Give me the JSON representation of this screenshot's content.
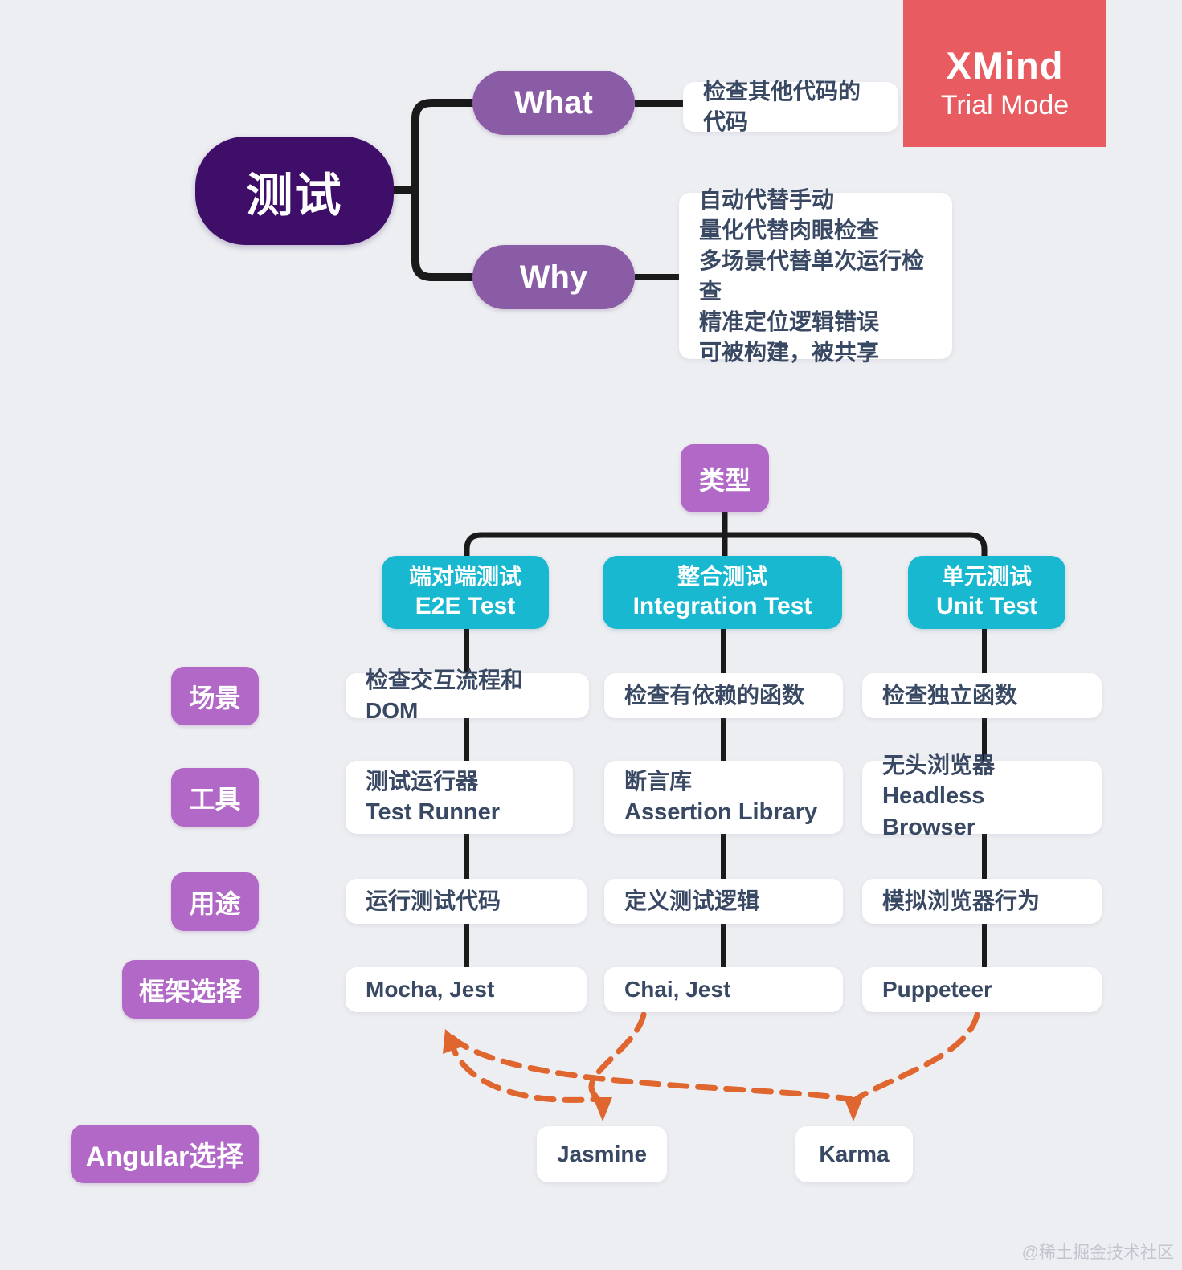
{
  "app": {
    "brand": "XMind",
    "mode": "Trial Mode",
    "watermark": "@稀土掘金技术社区"
  },
  "colors": {
    "background": "#edeef2",
    "root_purple": "#3e0e69",
    "branch_purple": "#8b5ca6",
    "orchid_purple": "#b168c6",
    "teal": "#17b8d0",
    "badge_red": "#e85b60",
    "relation_orange": "#e0662f",
    "connector_black": "#1a1a1a",
    "box_text": "#3a4963"
  },
  "root": {
    "label": "测试"
  },
  "branches": {
    "what": {
      "label": "What",
      "note": "检查其他代码的代码"
    },
    "why": {
      "label": "Why",
      "notes": [
        "自动代替手动",
        "量化代替肉眼检查",
        "多场景代替单次运行检查",
        "精准定位逻辑错误",
        "可被构建，被共享"
      ]
    }
  },
  "types": {
    "label": "类型",
    "columns": [
      {
        "zh": "端对端测试",
        "en": "E2E Test"
      },
      {
        "zh": "整合测试",
        "en": "Integration Test"
      },
      {
        "zh": "单元测试",
        "en": "Unit Test"
      }
    ]
  },
  "rows": [
    {
      "label": "场景",
      "cells": [
        {
          "lines": [
            "检查交互流程和DOM"
          ]
        },
        {
          "lines": [
            "检查有依赖的函数"
          ]
        },
        {
          "lines": [
            "检查独立函数"
          ]
        }
      ]
    },
    {
      "label": "工具",
      "cells": [
        {
          "lines": [
            "测试运行器",
            "Test Runner"
          ]
        },
        {
          "lines": [
            "断言库",
            "Assertion Library"
          ]
        },
        {
          "lines": [
            "无头浏览器",
            "Headless Browser"
          ]
        }
      ]
    },
    {
      "label": "用途",
      "cells": [
        {
          "lines": [
            "运行测试代码"
          ]
        },
        {
          "lines": [
            "定义测试逻辑"
          ]
        },
        {
          "lines": [
            "模拟浏览器行为"
          ]
        }
      ]
    },
    {
      "label": "框架选择",
      "cells": [
        {
          "lines": [
            "Mocha, Jest"
          ]
        },
        {
          "lines": [
            "Chai, Jest"
          ]
        },
        {
          "lines": [
            "Puppeteer"
          ]
        }
      ]
    }
  ],
  "angular": {
    "label": "Angular选择",
    "choices": [
      "Jasmine",
      "Karma"
    ]
  }
}
